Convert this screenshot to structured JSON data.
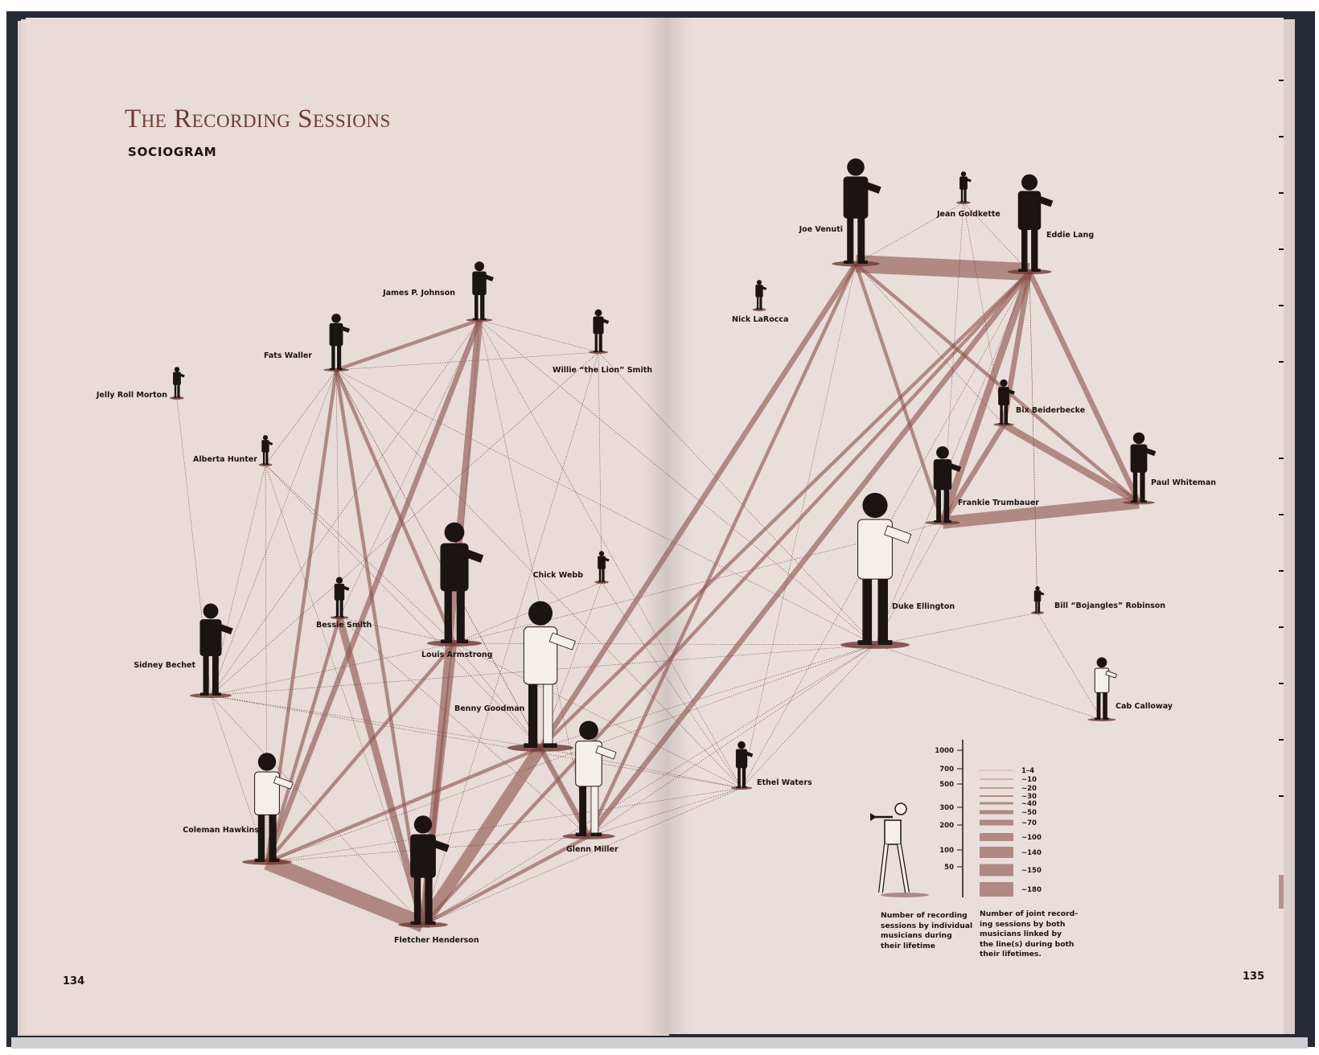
{
  "title": "The Recording Sessions",
  "subtitle": "SOCIOGRAM",
  "page_left": "134",
  "page_right": "135",
  "colors": {
    "paper": "#e9dcd9",
    "ink": "#1c1412",
    "link": "#8c564d",
    "title": "#6e3a33",
    "cover": "#262a35"
  },
  "musicians": [
    {
      "id": "jrm",
      "name": "Jelly Roll Morton"
    },
    {
      "id": "fw",
      "name": "Fats Waller"
    },
    {
      "id": "jpj",
      "name": "James P. Johnson"
    },
    {
      "id": "wls",
      "name": "Willie “the Lion” Smith"
    },
    {
      "id": "ah",
      "name": "Alberta Hunter"
    },
    {
      "id": "bs",
      "name": "Bessie Smith"
    },
    {
      "id": "la",
      "name": "Louis Armstrong"
    },
    {
      "id": "cw",
      "name": "Chick Webb"
    },
    {
      "id": "sb",
      "name": "Sidney Bechet"
    },
    {
      "id": "bg",
      "name": "Benny Goodman"
    },
    {
      "id": "ch",
      "name": "Coleman Hawkins"
    },
    {
      "id": "fh",
      "name": "Fletcher Henderson"
    },
    {
      "id": "gm",
      "name": "Glenn Miller"
    },
    {
      "id": "ew",
      "name": "Ethel Waters"
    },
    {
      "id": "nlr",
      "name": "Nick LaRocca"
    },
    {
      "id": "jv",
      "name": "Joe Venuti"
    },
    {
      "id": "jg",
      "name": "Jean Goldkette"
    },
    {
      "id": "el",
      "name": "Eddie Lang"
    },
    {
      "id": "bb",
      "name": "Bix Beiderbecke"
    },
    {
      "id": "pw",
      "name": "Paul Whiteman"
    },
    {
      "id": "ft",
      "name": "Frankie Trumbauer"
    },
    {
      "id": "de",
      "name": "Duke Ellington"
    },
    {
      "id": "br",
      "name": "Bill “Bojangles” Robinson"
    },
    {
      "id": "cc",
      "name": "Cab Calloway"
    }
  ],
  "legend": {
    "sessions_scale": [
      "1000",
      "700",
      "500",
      "300",
      "200",
      "100",
      "50"
    ],
    "joint_scale": [
      "1–4",
      "~10",
      "~20",
      "~30",
      "~40",
      "~50",
      "~70",
      "~100",
      "~140",
      "~150",
      "~180"
    ],
    "caption_sessions": [
      "Number of recording",
      "sessions by individual",
      "musicians during",
      "their lifetime"
    ],
    "caption_joint": [
      "Number of joint record-",
      "ing sessions by both",
      "musicians linked by",
      "the line(s) during both",
      "their lifetimes."
    ]
  }
}
